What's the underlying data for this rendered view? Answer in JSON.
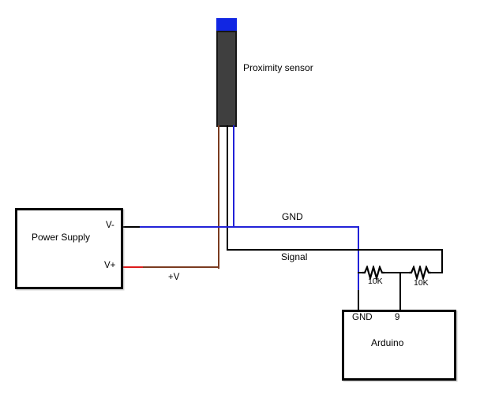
{
  "sensor": {
    "label": "Proximity sensor"
  },
  "power_supply": {
    "label": "Power Supply",
    "terminal_negative": "V-",
    "terminal_positive": "V+"
  },
  "arduino": {
    "label": "Arduino",
    "pin_gnd": "GND",
    "pin_signal": "9"
  },
  "wires": {
    "gnd_label": "GND",
    "signal_label": "Signal",
    "plus_v_label": "+V"
  },
  "resistors": {
    "r1_value": "10K",
    "r2_value": "10K"
  },
  "colors": {
    "wire-blue": "#2222d8",
    "wire-brown": "#7a3b20",
    "wire-red": "#dd1a1a",
    "wire-black": "#000000",
    "sensor-body": "#3f3f3f",
    "sensor-cap": "#1126e3"
  }
}
